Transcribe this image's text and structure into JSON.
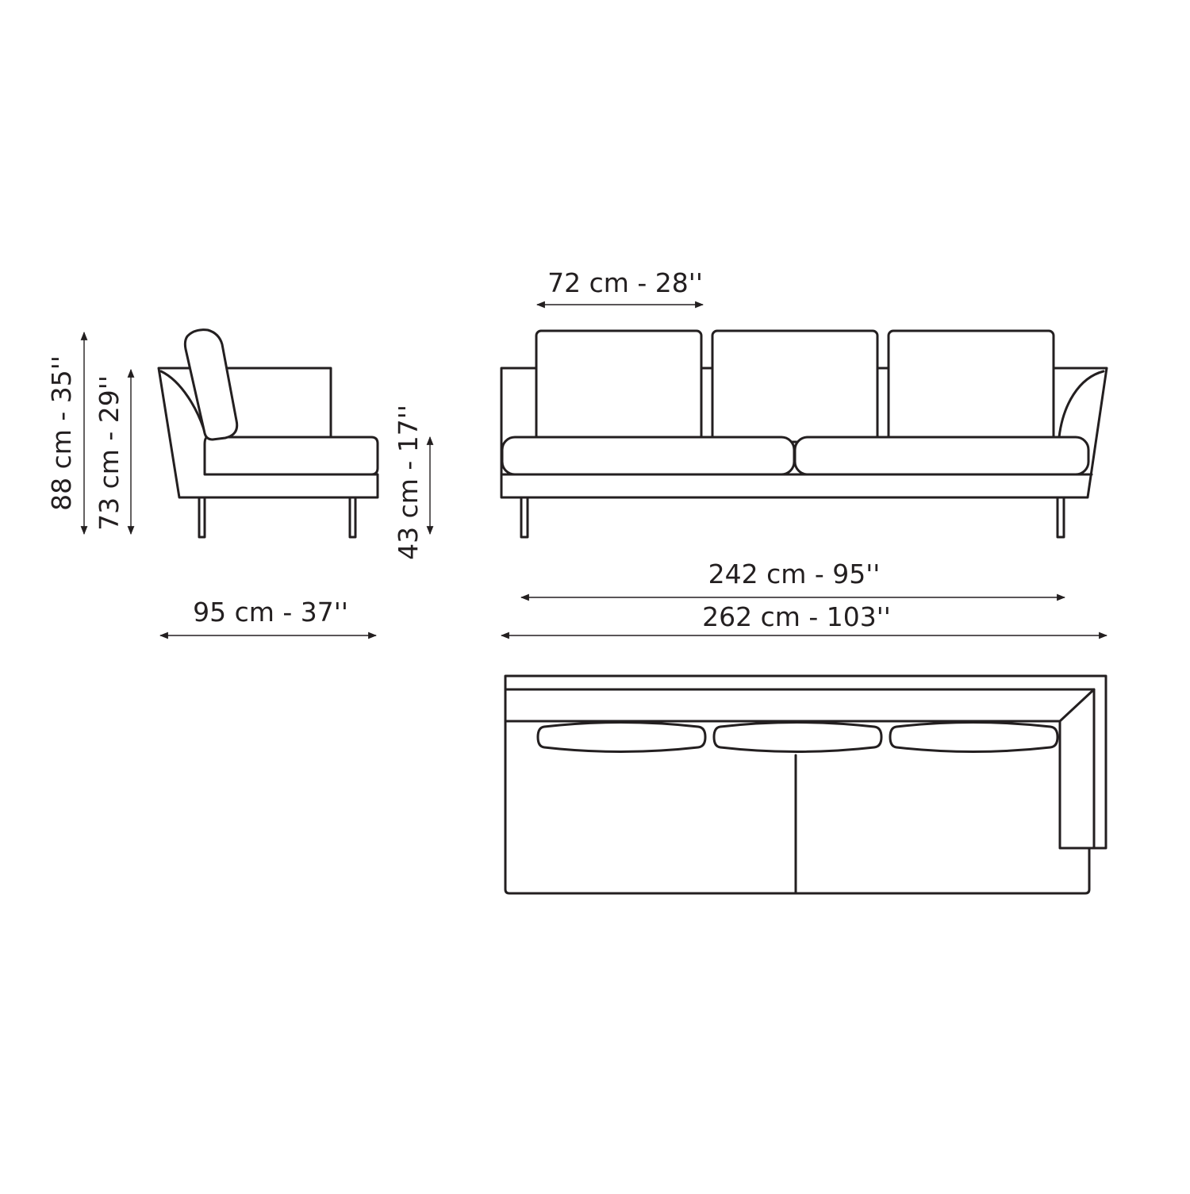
{
  "dimensions": {
    "total_height": "88 cm - 35''",
    "armrest_height": "73 cm - 29''",
    "seat_height": "43 cm - 17''",
    "depth": "95 cm - 37''",
    "cushion_width": "72 cm - 28''",
    "inner_width": "242 cm - 95''",
    "total_width": "262 cm - 103''"
  },
  "colors": {
    "line": "#231f20",
    "background": "#ffffff"
  }
}
